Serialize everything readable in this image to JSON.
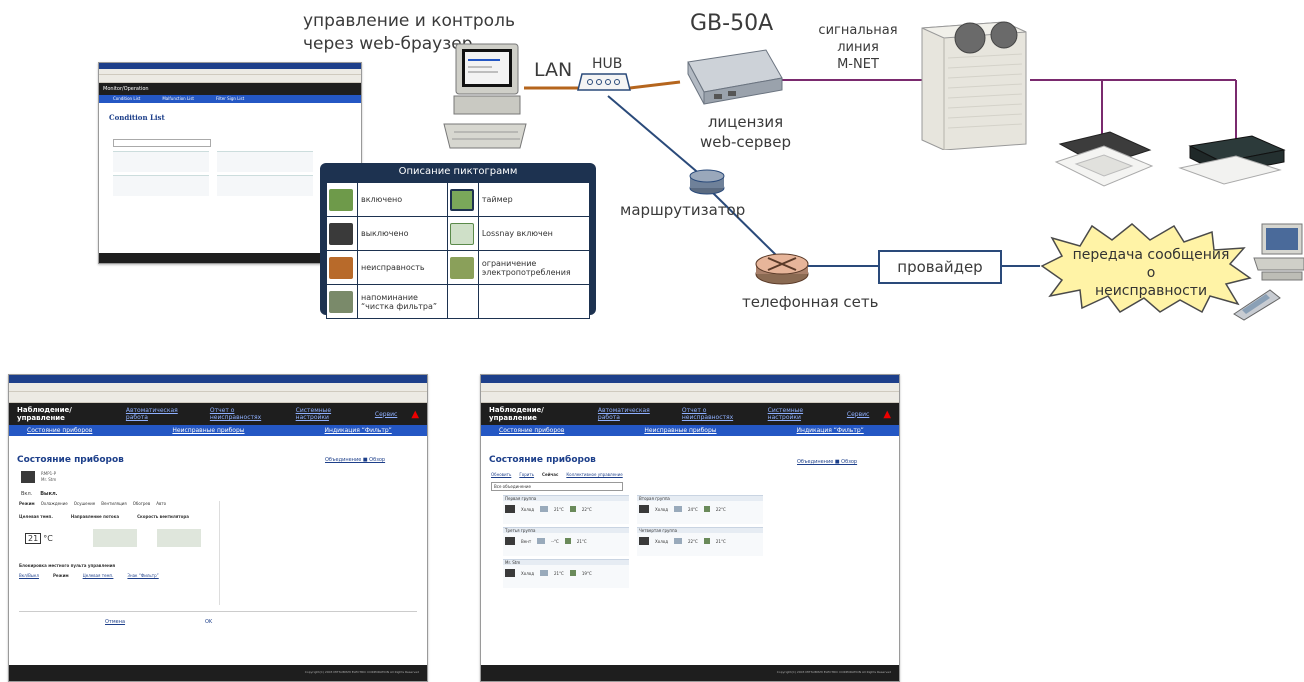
{
  "top_labels": {
    "browser_control": [
      "управление и контроль",
      "через web-браузер"
    ],
    "lan": "LAN",
    "hub": "HUB",
    "controller_model": "GB-50A",
    "controller_license": [
      "лицензия",
      "web-сервер"
    ],
    "signal_line": [
      "сигнальная",
      "линия",
      "M-NET"
    ],
    "router": "маршрутизатор",
    "phone_network": "телефонная сеть",
    "provider": "провайдер",
    "failure_message": [
      "передача сообщения о",
      "неисправности"
    ]
  },
  "small_browser": {
    "section": "Monitor/Operation",
    "page_title": "Condition List",
    "tabs": [
      "Condition List",
      "Malfunction List",
      "Filter Sign List"
    ]
  },
  "legend": {
    "title": "Описание пиктограмм",
    "rows": [
      {
        "left": "включено",
        "right": "таймер"
      },
      {
        "left": "выключено",
        "right": "Lossnay включен"
      },
      {
        "left": "неисправность",
        "right": "ограничение электропотребления"
      },
      {
        "left": "напоминание “чистка фильтра”",
        "right": ""
      }
    ]
  },
  "bottom_left": {
    "header": "Наблюдение/управление",
    "nav": [
      "Автоматическая работа",
      "Отчет о неисправностях",
      "Системные настройки",
      "Сервис"
    ],
    "tabs": [
      "Состояние приборов",
      "Неисправные приборы",
      "Индикация “Фильтр”"
    ],
    "page_title": "Состояние приборов",
    "view_link": "Объединение ■ Обзор",
    "unit_name": "RMP1-P",
    "unit_place": "Mr. Stm",
    "on_off": [
      "Вкл.",
      "Выкл."
    ],
    "mode_label": "Режим",
    "modes": [
      "Охлаждение",
      "Осушение",
      "Вентиляция",
      "Обогрев",
      "Авто"
    ],
    "section_labels": [
      "Целевая темп.",
      "Направление потока",
      "Скорость вентилятора"
    ],
    "temperature": "21",
    "temp_unit": "°C",
    "lock_label": "Блокировка местного пульта управления",
    "lock_items": [
      "Вкл/Выкл",
      "Режим",
      "Целевая темп.",
      "Знак “Фильтр”"
    ],
    "cancel": "Отмена",
    "ok": "OK",
    "footer": "Copyright(C) 2003 MITSUBISHI ELECTRIC CORPORATION All Rights Reserved"
  },
  "bottom_right": {
    "header": "Наблюдение/управление",
    "nav": [
      "Автоматическая работа",
      "Отчет о неисправностях",
      "Системные настройки",
      "Сервис"
    ],
    "tabs": [
      "Состояние приборов",
      "Неисправные приборы",
      "Индикация “Фильтр”"
    ],
    "page_title": "Состояние приборов",
    "view_link": "Объединение ■ Обзор",
    "actions": [
      "Обновить",
      "Горить",
      "Сейчас",
      "Коллективное управление"
    ],
    "dropdown": "Все объединение",
    "groups": [
      {
        "name": "Первая группа",
        "mode": "Холод",
        "t1": "21°C",
        "t2": "22°C"
      },
      {
        "name": "Вторая группа",
        "mode": "Холод",
        "t1": "24°C",
        "t2": "22°C"
      },
      {
        "name": "Третья группа",
        "mode": "Вент",
        "t1": "--°C",
        "t2": "21°C"
      },
      {
        "name": "Четвертая группа",
        "mode": "Холод",
        "t1": "22°C",
        "t2": "21°C"
      },
      {
        "name": "Mr. Stm",
        "mode": "Холод",
        "t1": "21°C",
        "t2": "19°C"
      }
    ],
    "footer": "Copyright(C) 2003 MITSUBISHI ELECTRIC CORPORATION All Rights Reserved"
  },
  "colors": {
    "lan_wire": "#b5651d",
    "mnet_wire": "#7a2a6e",
    "phone_wire": "#2a4a7a",
    "legend_bg": "#1d3250",
    "ui_blue": "#2457c4",
    "ui_dark": "#1e1e1e"
  }
}
